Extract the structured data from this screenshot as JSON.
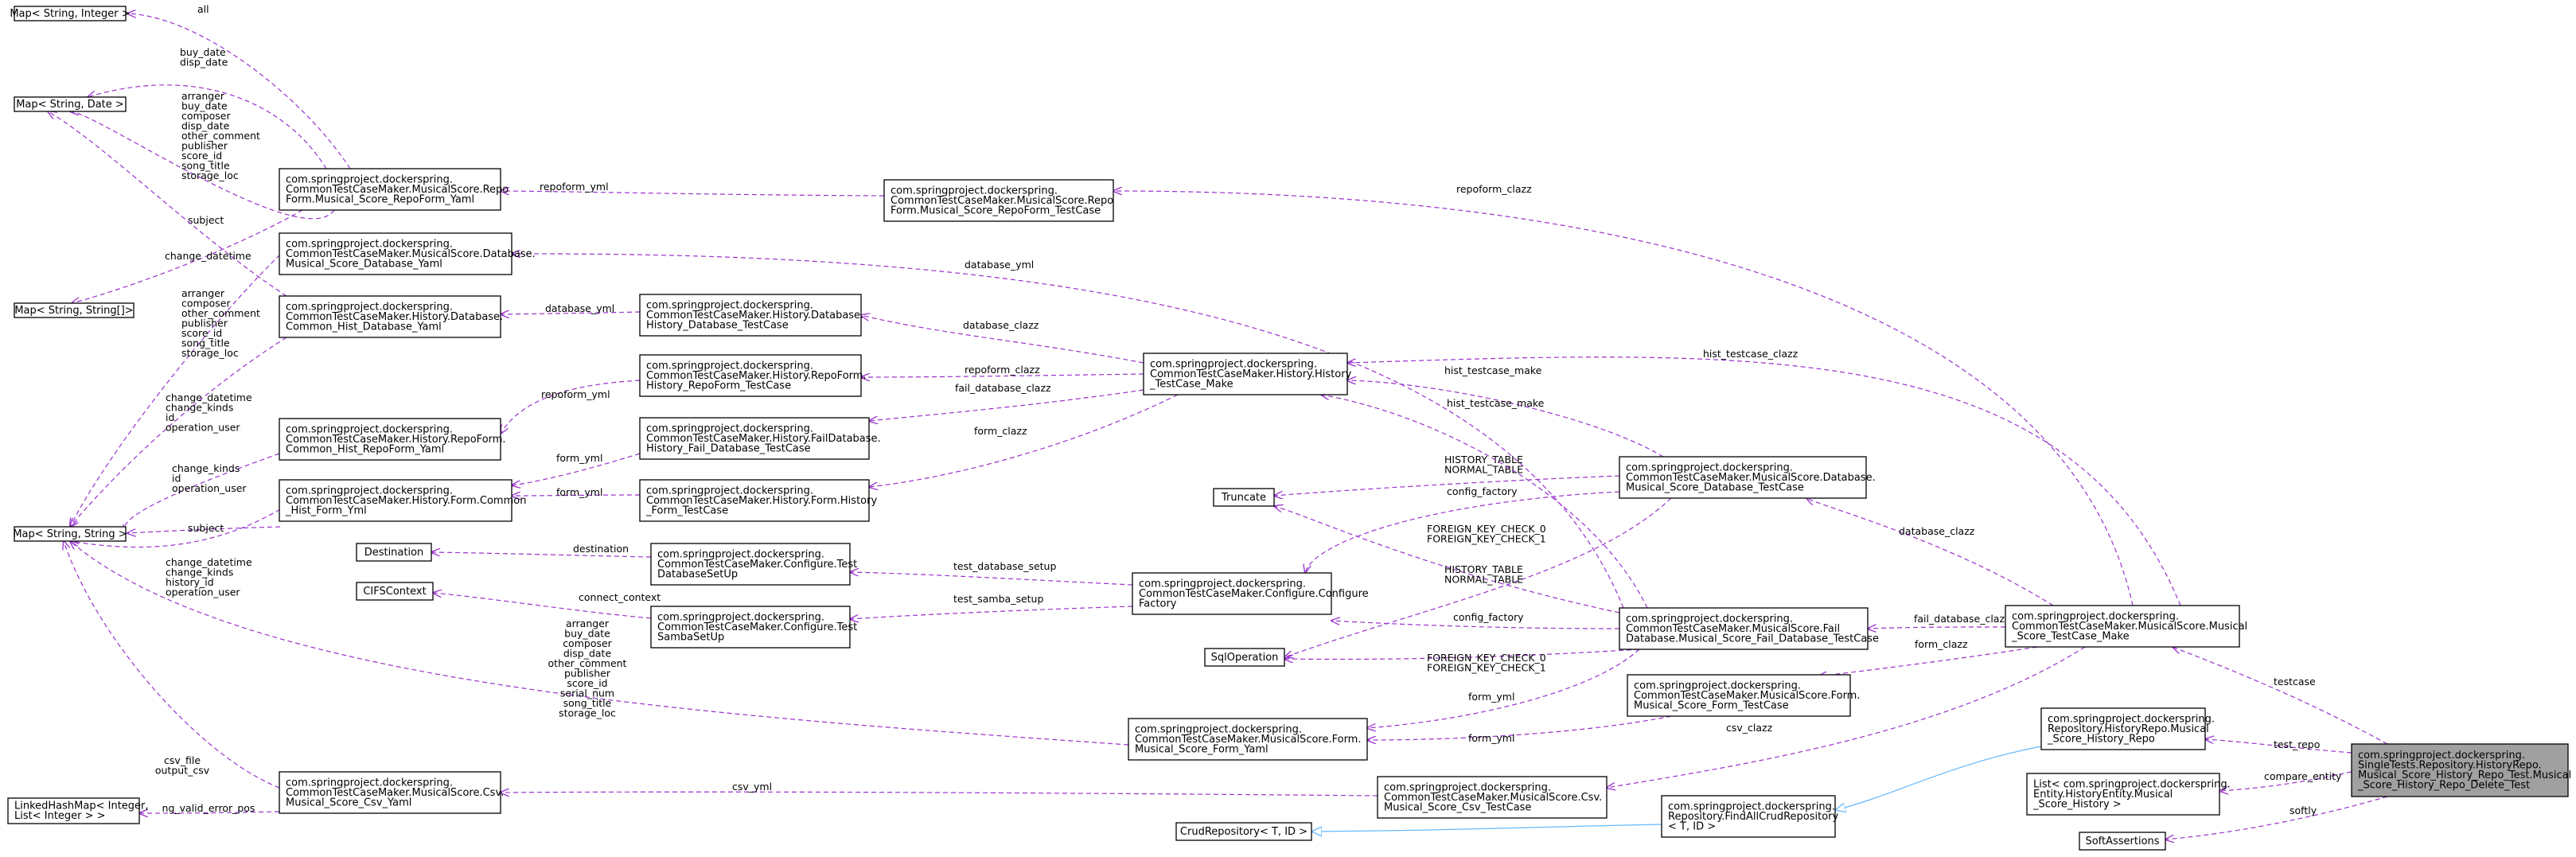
{
  "nodes": [
    {
      "id": "map_str_int",
      "lines": [
        "Map< String, Integer >"
      ]
    },
    {
      "id": "map_str_date",
      "lines": [
        "Map< String, Date >"
      ]
    },
    {
      "id": "map_str_strarr",
      "lines": [
        "Map< String, String[]>"
      ]
    },
    {
      "id": "map_str_str",
      "lines": [
        "Map< String, String >"
      ]
    },
    {
      "id": "linked_hash_map",
      "lines": [
        "LinkedHashMap< Integer,",
        "List< Integer > >"
      ]
    },
    {
      "id": "musical_repoform_yaml",
      "lines": [
        "com.springproject.dockerspring.",
        "CommonTestCaseMaker.MusicalScore.Repo",
        "Form.Musical_Score_RepoForm_Yaml"
      ]
    },
    {
      "id": "musical_database_yaml",
      "lines": [
        "com.springproject.dockerspring.",
        "CommonTestCaseMaker.MusicalScore.Database.",
        "Musical_Score_Database_Yaml"
      ]
    },
    {
      "id": "common_hist_database_yaml",
      "lines": [
        "com.springproject.dockerspring.",
        "CommonTestCaseMaker.History.Database.",
        "Common_Hist_Database_Yaml"
      ]
    },
    {
      "id": "common_hist_repoform_yaml",
      "lines": [
        "com.springproject.dockerspring.",
        "CommonTestCaseMaker.History.RepoForm.",
        "Common_Hist_RepoForm_Yaml"
      ]
    },
    {
      "id": "common_hist_form_yml",
      "lines": [
        "com.springproject.dockerspring.",
        "CommonTestCaseMaker.History.Form.Common",
        "_Hist_Form_Yml"
      ]
    },
    {
      "id": "destination",
      "lines": [
        "Destination"
      ]
    },
    {
      "id": "cifs_context",
      "lines": [
        "CIFSContext"
      ]
    },
    {
      "id": "musical_csv_yaml",
      "lines": [
        "com.springproject.dockerspring.",
        "CommonTestCaseMaker.MusicalScore.Csv.",
        "Musical_Score_Csv_Yaml"
      ]
    },
    {
      "id": "history_database_testcase",
      "lines": [
        "com.springproject.dockerspring.",
        "CommonTestCaseMaker.History.Database.",
        "History_Database_TestCase"
      ]
    },
    {
      "id": "history_repoform_testcase",
      "lines": [
        "com.springproject.dockerspring.",
        "CommonTestCaseMaker.History.RepoForm.",
        "History_RepoForm_TestCase"
      ]
    },
    {
      "id": "history_fail_database_testcase",
      "lines": [
        "com.springproject.dockerspring.",
        "CommonTestCaseMaker.History.FailDatabase.",
        "History_Fail_Database_TestCase"
      ]
    },
    {
      "id": "history_form_testcase",
      "lines": [
        "com.springproject.dockerspring.",
        "CommonTestCaseMaker.History.Form.History",
        "_Form_TestCase"
      ]
    },
    {
      "id": "test_database_setup",
      "lines": [
        "com.springproject.dockerspring.",
        "CommonTestCaseMaker.Configure.Test",
        "DatabaseSetUp"
      ]
    },
    {
      "id": "test_samba_setup",
      "lines": [
        "com.springproject.dockerspring.",
        "CommonTestCaseMaker.Configure.Test",
        "SambaSetUp"
      ]
    },
    {
      "id": "musical_repoform_testcase",
      "lines": [
        "com.springproject.dockerspring.",
        "CommonTestCaseMaker.MusicalScore.Repo",
        "Form.Musical_Score_RepoForm_TestCase"
      ]
    },
    {
      "id": "history_testcase_make",
      "lines": [
        "com.springproject.dockerspring.",
        "CommonTestCaseMaker.History.History",
        "_TestCase_Make"
      ]
    },
    {
      "id": "truncate",
      "lines": [
        "Truncate"
      ]
    },
    {
      "id": "configure_factory",
      "lines": [
        "com.springproject.dockerspring.",
        "CommonTestCaseMaker.Configure.Configure",
        "Factory"
      ]
    },
    {
      "id": "sql_operation",
      "lines": [
        "SqlOperation"
      ]
    },
    {
      "id": "musical_form_yaml",
      "lines": [
        "com.springproject.dockerspring.",
        "CommonTestCaseMaker.MusicalScore.Form.",
        "Musical_Score_Form_Yaml"
      ]
    },
    {
      "id": "crud_repository",
      "lines": [
        "CrudRepository< T, ID >"
      ]
    },
    {
      "id": "musical_csv_testcase",
      "lines": [
        "com.springproject.dockerspring.",
        "CommonTestCaseMaker.MusicalScore.Csv.",
        "Musical_Score_Csv_TestCase"
      ]
    },
    {
      "id": "musical_database_testcase",
      "lines": [
        "com.springproject.dockerspring.",
        "CommonTestCaseMaker.MusicalScore.Database.",
        "Musical_Score_Database_TestCase"
      ]
    },
    {
      "id": "musical_fail_database_testcase",
      "lines": [
        "com.springproject.dockerspring.",
        "CommonTestCaseMaker.MusicalScore.Fail",
        "Database.Musical_Score_Fail_Database_TestCase"
      ]
    },
    {
      "id": "musical_form_testcase",
      "lines": [
        "com.springproject.dockerspring.",
        "CommonTestCaseMaker.MusicalScore.Form.",
        "Musical_Score_Form_TestCase"
      ]
    },
    {
      "id": "find_all_crud_repository",
      "lines": [
        "com.springproject.dockerspring.",
        "Repository.FindAllCrudRepository",
        "< T, ID >"
      ]
    },
    {
      "id": "musical_testcase_make",
      "lines": [
        "com.springproject.dockerspring.",
        "CommonTestCaseMaker.MusicalScore.Musical",
        "_Score_TestCase_Make"
      ]
    },
    {
      "id": "history_repo",
      "lines": [
        "com.springproject.dockerspring.",
        "Repository.HistoryRepo.Musical",
        "_Score_History_Repo"
      ]
    },
    {
      "id": "list_history_entity",
      "lines": [
        "List< com.springproject.dockerspring.",
        "Entity.HistoryEntity.Musical",
        "_Score_History >"
      ]
    },
    {
      "id": "soft_assertions",
      "lines": [
        "SoftAssertions"
      ]
    },
    {
      "id": "main_test",
      "lines": [
        "com.springproject.dockerspring.",
        "SingleTests.Repository.HistoryRepo.",
        "Musical_Score_History_Repo_Test.Musical",
        "_Score_History_Repo_Delete_Test"
      ]
    }
  ],
  "edges": [
    {
      "id": "e_all",
      "kind": "dep",
      "lines": [
        "all"
      ]
    },
    {
      "id": "e_buydate_top",
      "kind": "dep",
      "lines": [
        "buy_date",
        "disp_date"
      ]
    },
    {
      "id": "e_subject_strarr",
      "kind": "dep",
      "lines": [
        "subject"
      ]
    },
    {
      "id": "e_repoform_keys",
      "kind": "dep",
      "lines": [
        "arranger",
        "buy_date",
        "composer",
        "disp_date",
        "other_comment",
        "publisher",
        "score_id",
        "song_title",
        "storage_loc"
      ]
    },
    {
      "id": "e_change_datetime_date",
      "kind": "dep",
      "lines": [
        "change_datetime"
      ]
    },
    {
      "id": "e_database_keys",
      "kind": "dep",
      "lines": [
        "arranger",
        "composer",
        "other_comment",
        "publisher",
        "score_id",
        "song_title",
        "storage_loc"
      ]
    },
    {
      "id": "e_histdb_keys",
      "kind": "dep",
      "lines": [
        "change_datetime",
        "change_kinds",
        "id",
        "operation_user"
      ]
    },
    {
      "id": "e_histrepo_keys",
      "kind": "dep",
      "lines": [
        "change_kinds",
        "id",
        "operation_user"
      ]
    },
    {
      "id": "e_subject_str",
      "kind": "dep",
      "lines": [
        "subject"
      ]
    },
    {
      "id": "e_histform_keys",
      "kind": "dep",
      "lines": [
        "change_datetime",
        "change_kinds",
        "history_id",
        "operation_user"
      ]
    },
    {
      "id": "e_form_keys",
      "kind": "dep",
      "lines": [
        "arranger",
        "buy_date",
        "composer",
        "disp_date",
        "other_comment",
        "publisher",
        "score_id",
        "serial_num",
        "song_title",
        "storage_loc"
      ]
    },
    {
      "id": "e_csv_keys",
      "kind": "dep",
      "lines": [
        "csv_file",
        "output_csv"
      ]
    },
    {
      "id": "e_ng_valid",
      "kind": "dep",
      "lines": [
        "ng_valid_error_pos"
      ]
    },
    {
      "id": "e_repoform_yml",
      "kind": "dep",
      "lines": [
        "repoform_yml"
      ]
    },
    {
      "id": "e_database_yml_hist",
      "kind": "dep",
      "lines": [
        "database_yml"
      ]
    },
    {
      "id": "e_repoform_yml_hist",
      "kind": "dep",
      "lines": [
        "repoform_yml"
      ]
    },
    {
      "id": "e_form_yml_fail",
      "kind": "dep",
      "lines": [
        "form_yml"
      ]
    },
    {
      "id": "e_form_yml_hist",
      "kind": "dep",
      "lines": [
        "form_yml"
      ]
    },
    {
      "id": "e_destination",
      "kind": "dep",
      "lines": [
        "destination"
      ]
    },
    {
      "id": "e_connect_context",
      "kind": "dep",
      "lines": [
        "connect_context"
      ]
    },
    {
      "id": "e_csv_yml",
      "kind": "dep",
      "lines": [
        "csv_yml"
      ]
    },
    {
      "id": "e_database_yml_musical",
      "kind": "dep",
      "lines": [
        "database_yml"
      ]
    },
    {
      "id": "e_database_clazz_hist",
      "kind": "dep",
      "lines": [
        "database_clazz"
      ]
    },
    {
      "id": "e_repoform_clazz_hist",
      "kind": "dep",
      "lines": [
        "repoform_clazz"
      ]
    },
    {
      "id": "e_fail_database_clazz_hist",
      "kind": "dep",
      "lines": [
        "fail_database_clazz"
      ]
    },
    {
      "id": "e_form_clazz_hist",
      "kind": "dep",
      "lines": [
        "form_clazz"
      ]
    },
    {
      "id": "e_test_database_setup",
      "kind": "dep",
      "lines": [
        "test_database_setup"
      ]
    },
    {
      "id": "e_test_samba_setup",
      "kind": "dep",
      "lines": [
        "test_samba_setup"
      ]
    },
    {
      "id": "e_truncate_db",
      "kind": "dep",
      "lines": [
        "HISTORY_TABLE",
        "NORMAL_TABLE"
      ]
    },
    {
      "id": "e_config_factory_db",
      "kind": "dep",
      "lines": [
        "config_factory"
      ]
    },
    {
      "id": "e_fk_db",
      "kind": "dep",
      "lines": [
        "FOREIGN_KEY_CHECK_0",
        "FOREIGN_KEY_CHECK_1"
      ]
    },
    {
      "id": "e_truncate_fail",
      "kind": "dep",
      "lines": [
        "HISTORY_TABLE",
        "NORMAL_TABLE"
      ]
    },
    {
      "id": "e_config_factory_fail",
      "kind": "dep",
      "lines": [
        "config_factory"
      ]
    },
    {
      "id": "e_fk_fail",
      "kind": "dep",
      "lines": [
        "FOREIGN_KEY_CHECK_0",
        "FOREIGN_KEY_CHECK_1"
      ]
    },
    {
      "id": "e_form_yml_musical_fail",
      "kind": "dep",
      "lines": [
        "form_yml"
      ]
    },
    {
      "id": "e_form_yml_musical_form",
      "kind": "dep",
      "lines": [
        "form_yml"
      ]
    },
    {
      "id": "e_hist_testcase_make_db",
      "kind": "dep",
      "lines": [
        "hist_testcase_make"
      ]
    },
    {
      "id": "e_hist_testcase_make_fail",
      "kind": "dep",
      "lines": [
        "hist_testcase_make"
      ]
    },
    {
      "id": "e_repoform_clazz_musical",
      "kind": "dep",
      "lines": [
        "repoform_clazz"
      ]
    },
    {
      "id": "e_hist_testcase_clazz",
      "kind": "dep",
      "lines": [
        "hist_testcase_clazz"
      ]
    },
    {
      "id": "e_database_clazz_musical",
      "kind": "dep",
      "lines": [
        "database_clazz"
      ]
    },
    {
      "id": "e_fail_database_clazz_musical",
      "kind": "dep",
      "lines": [
        "fail_database_clazz"
      ]
    },
    {
      "id": "e_form_clazz_musical",
      "kind": "dep",
      "lines": [
        "form_clazz"
      ]
    },
    {
      "id": "e_csv_clazz",
      "kind": "dep",
      "lines": [
        "csv_clazz"
      ]
    },
    {
      "id": "e_inherit_crud",
      "kind": "inh",
      "lines": []
    },
    {
      "id": "e_inherit_findall",
      "kind": "inh",
      "lines": []
    },
    {
      "id": "e_testcase",
      "kind": "dep",
      "lines": [
        "testcase"
      ]
    },
    {
      "id": "e_test_repo",
      "kind": "dep",
      "lines": [
        "test_repo"
      ]
    },
    {
      "id": "e_compare_entity",
      "kind": "dep",
      "lines": [
        "compare_entity"
      ]
    },
    {
      "id": "e_softly",
      "kind": "dep",
      "lines": [
        "softly"
      ]
    }
  ]
}
